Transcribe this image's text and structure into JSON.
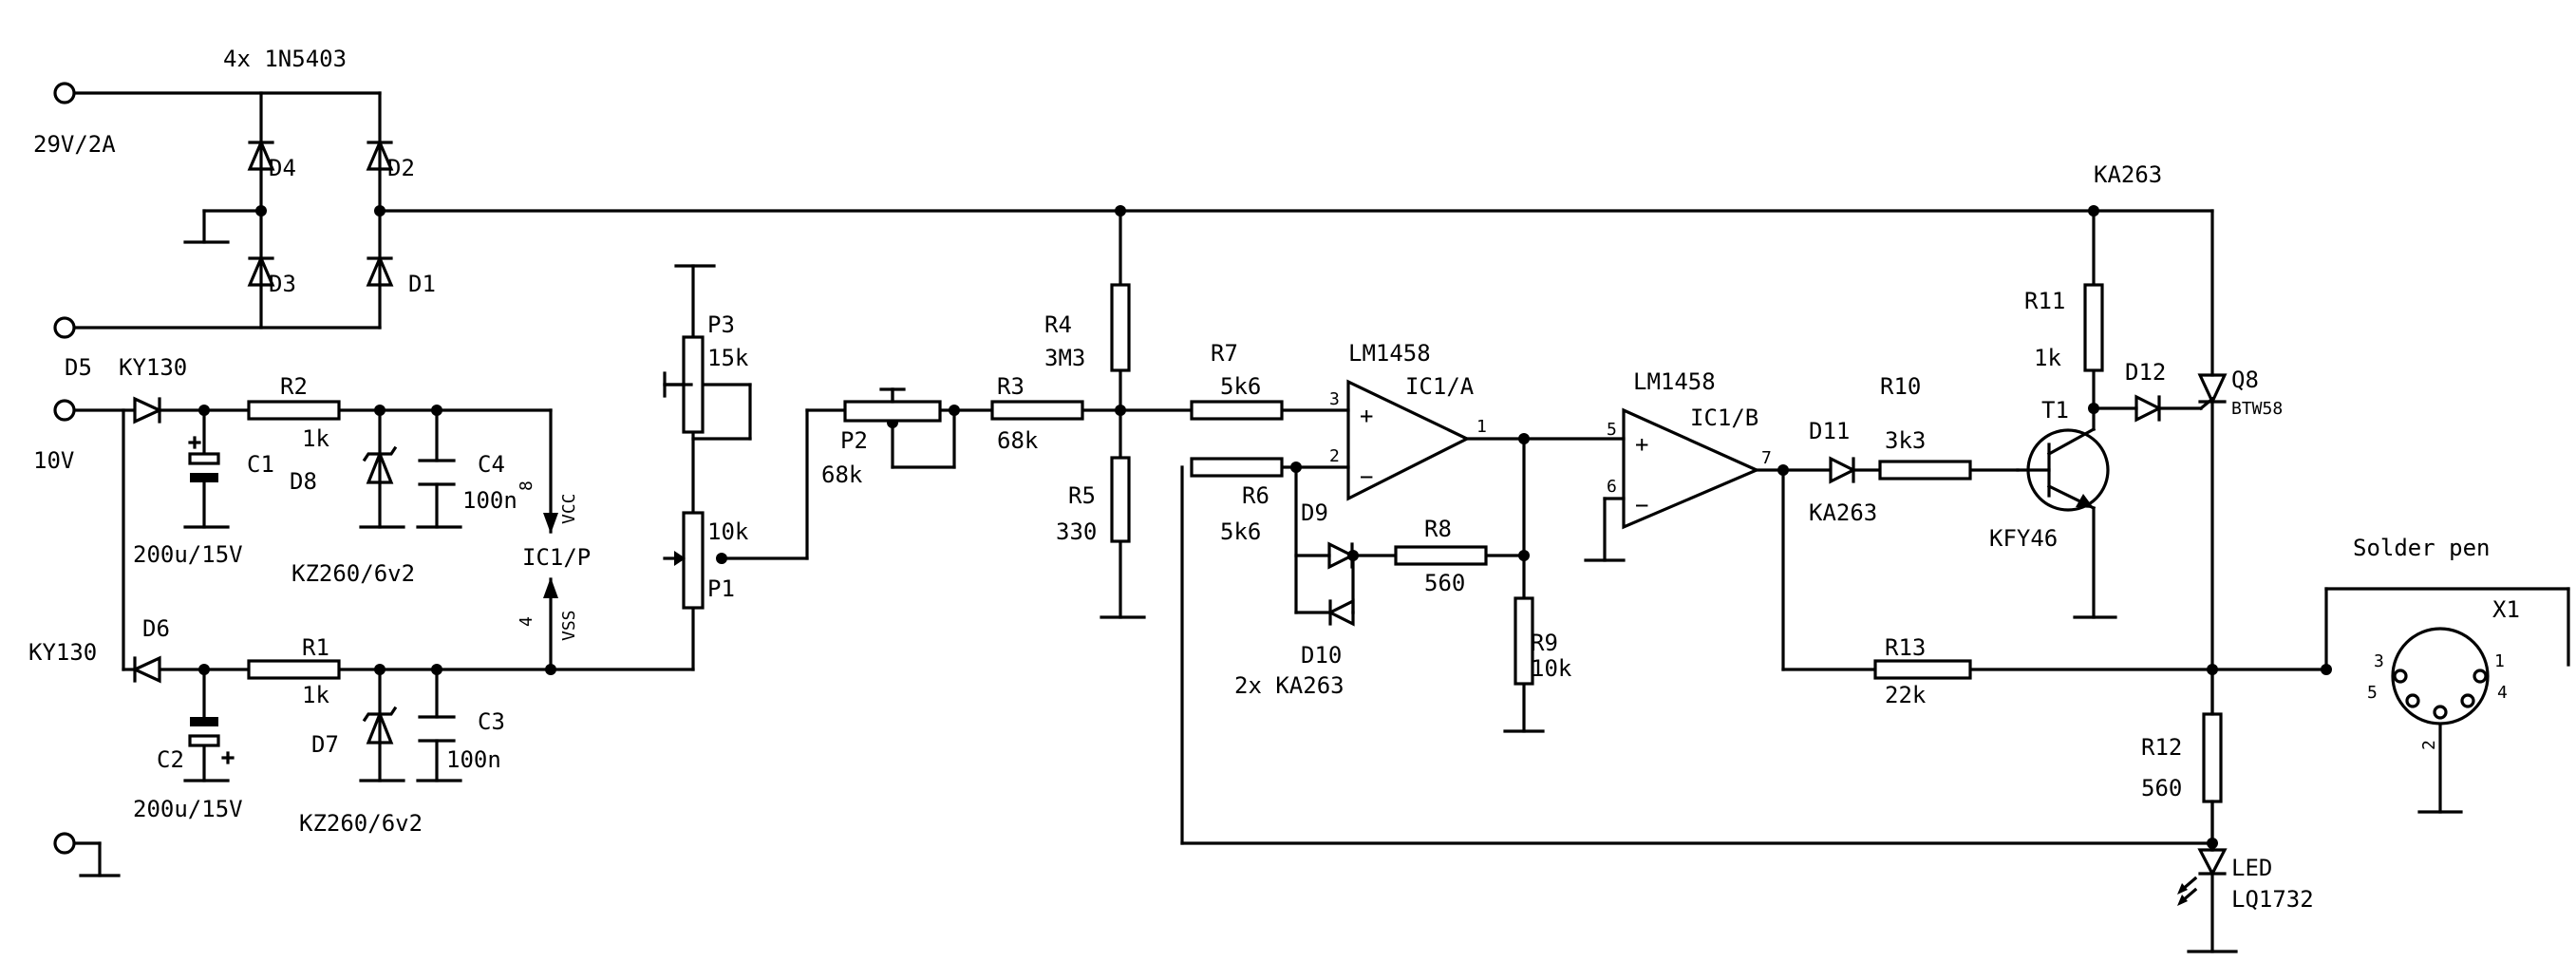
{
  "labels": {
    "bridge": "4x 1N5403",
    "v29": "29V/2A",
    "d1": "D1",
    "d2": "D2",
    "d3": "D3",
    "d4": "D4",
    "d5": "D5",
    "ky130a": "KY130",
    "v10": "10V",
    "r2": "R2",
    "r2v": "1k",
    "c1": "C1",
    "c1v": "200u/15V",
    "d8": "D8",
    "c4": "C4",
    "c4v": "100n",
    "kz1": "KZ260/6v2",
    "vcc": "VCC",
    "pin8": "8",
    "ic1p": "IC1/P",
    "pin4": "4",
    "vss": "VSS",
    "ky130b": "KY130",
    "d6": "D6",
    "r1": "R1",
    "r1v": "1k",
    "c2": "C2",
    "c2v": "200u/15V",
    "d7": "D7",
    "c3": "C3",
    "c3v": "100n",
    "kz2": "KZ260/6v2",
    "p3": "P3",
    "p3v": "15k",
    "p1v": "10k",
    "p1": "P1",
    "p2": "P2",
    "p2v": "68k",
    "r3": "R3",
    "r3v": "68k",
    "r4": "R4",
    "r4v": "3M3",
    "r5": "R5",
    "r5v": "330",
    "r7": "R7",
    "r7v": "5k6",
    "opa": "LM1458",
    "ic1a": "IC1/A",
    "pin3": "3",
    "pin2": "2",
    "pin1": "1",
    "plus": "+",
    "minus": "−",
    "r6": "R6",
    "r6v": "5k6",
    "d9": "D9",
    "r8": "R8",
    "r8v": "560",
    "d10": "D10",
    "d10v": "2x KA263",
    "opb": "LM1458",
    "ic1b": "IC1/B",
    "pin5": "5",
    "pin6": "6",
    "pin7": "7",
    "r9": "R9",
    "r9v": "10k",
    "d11": "D11",
    "d11v": "KA263",
    "r10": "R10",
    "r10v": "3k3",
    "t1": "T1",
    "t1v": "KFY46",
    "r11": "R11",
    "r11v": "1k",
    "d12": "D12",
    "ka263": "KA263",
    "q8": "Q8",
    "q8v": "BTW58",
    "r13": "R13",
    "r13v": "22k",
    "r12": "R12",
    "r12v": "560",
    "led": "LED",
    "ledv": "LQ1732",
    "pen": "Solder pen",
    "x1": "X1",
    "xp1": "1",
    "xp2": "2",
    "xp3": "3",
    "xp4": "4",
    "xp5": "5"
  }
}
